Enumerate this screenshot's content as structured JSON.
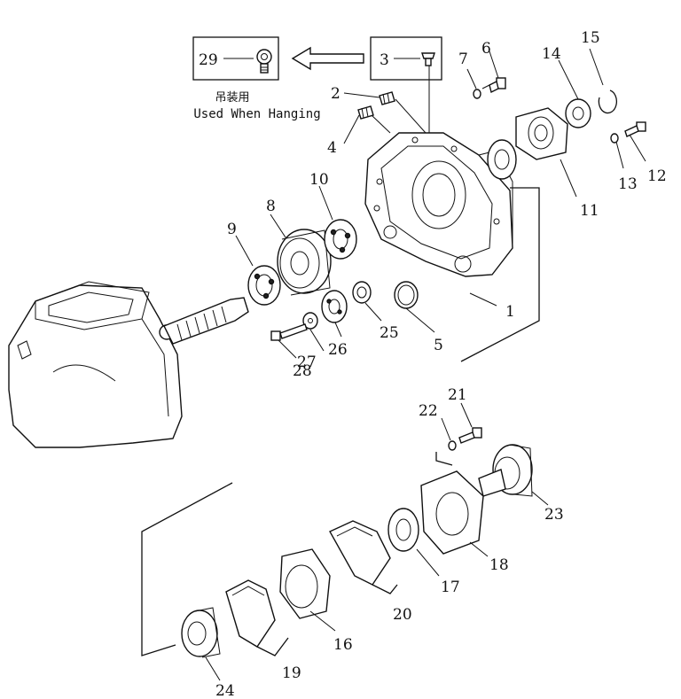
{
  "diagram": {
    "callouts": [
      {
        "id": "1",
        "label": "1"
      },
      {
        "id": "2",
        "label": "2"
      },
      {
        "id": "3",
        "label": "3"
      },
      {
        "id": "4",
        "label": "4"
      },
      {
        "id": "5",
        "label": "5"
      },
      {
        "id": "6",
        "label": "6"
      },
      {
        "id": "7",
        "label": "7"
      },
      {
        "id": "8",
        "label": "8"
      },
      {
        "id": "9",
        "label": "9"
      },
      {
        "id": "10",
        "label": "10"
      },
      {
        "id": "11",
        "label": "11"
      },
      {
        "id": "12",
        "label": "12"
      },
      {
        "id": "13",
        "label": "13"
      },
      {
        "id": "14",
        "label": "14"
      },
      {
        "id": "15",
        "label": "15"
      },
      {
        "id": "16",
        "label": "16"
      },
      {
        "id": "17",
        "label": "17"
      },
      {
        "id": "18",
        "label": "18"
      },
      {
        "id": "19",
        "label": "19"
      },
      {
        "id": "20",
        "label": "20"
      },
      {
        "id": "21",
        "label": "21"
      },
      {
        "id": "22",
        "label": "22"
      },
      {
        "id": "23",
        "label": "23"
      },
      {
        "id": "24",
        "label": "24"
      },
      {
        "id": "25",
        "label": "25"
      },
      {
        "id": "26",
        "label": "26"
      },
      {
        "id": "27",
        "label": "27"
      },
      {
        "id": "28",
        "label": "28"
      },
      {
        "id": "29",
        "label": "29"
      }
    ],
    "caption_cn": "吊装用",
    "caption_en": "Used When Hanging"
  }
}
